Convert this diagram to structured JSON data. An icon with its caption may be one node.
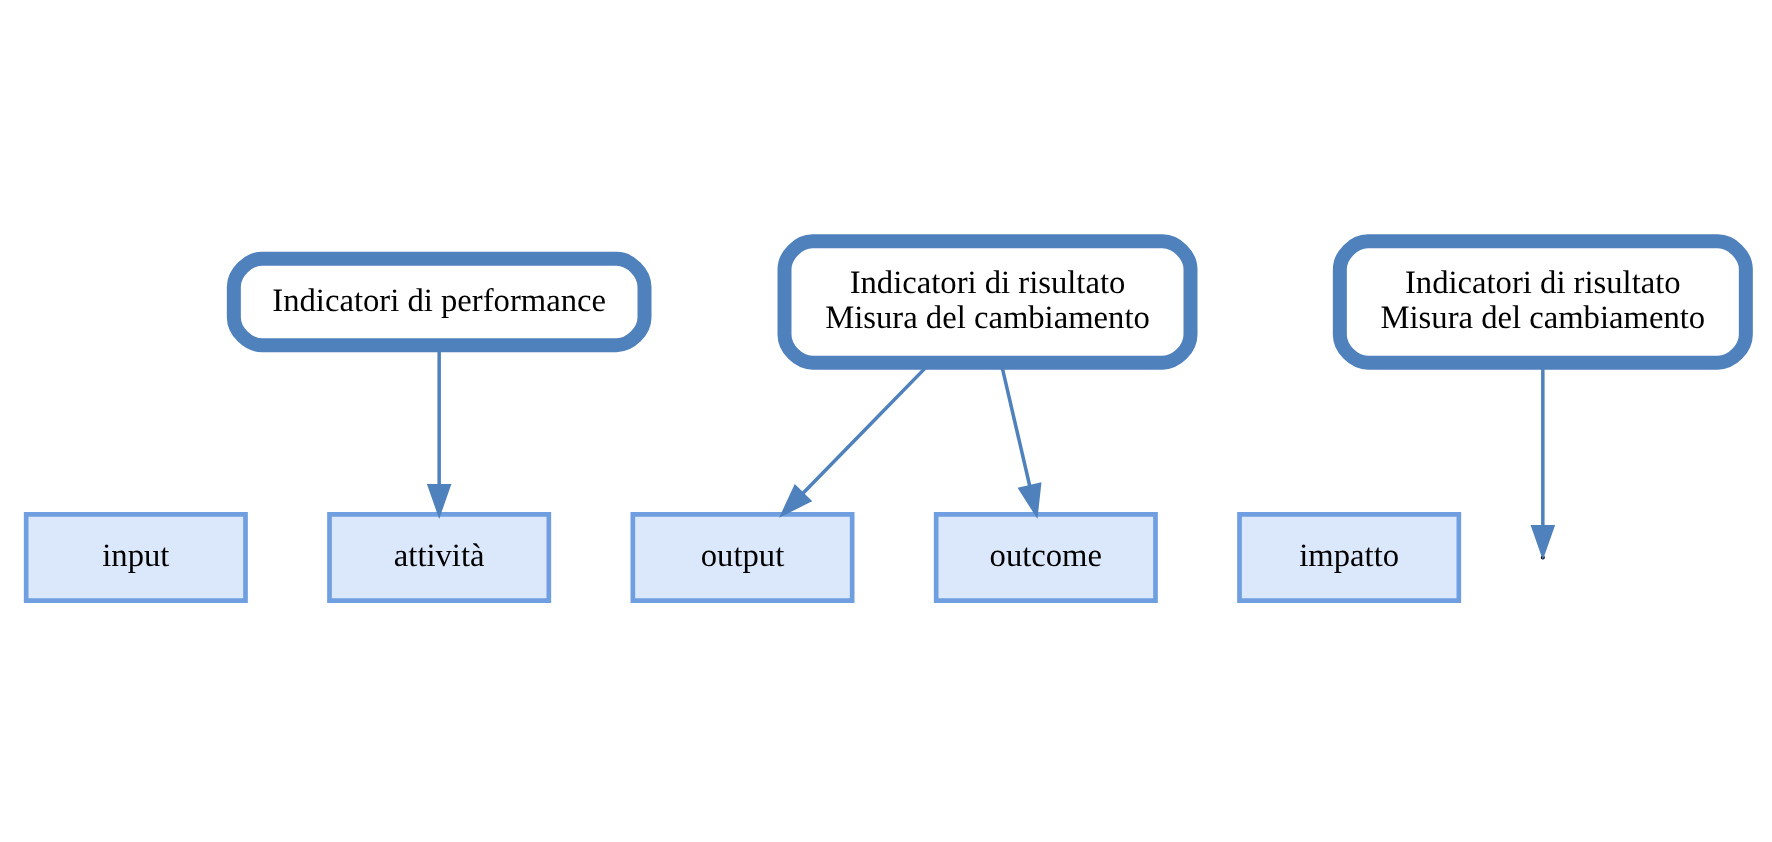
{
  "diagram": {
    "nodes": [
      {
        "text": [
          "Indicatori di performance"
        ]
      },
      {
        "text": [
          "Indicatori di risultato",
          "Misura del cambiamento"
        ]
      },
      {
        "text": [
          "Indicatori di risultato",
          "Misura del cambiamento"
        ]
      },
      {
        "text": [
          "input"
        ]
      },
      {
        "text": [
          "attività"
        ]
      },
      {
        "text": [
          "output"
        ]
      },
      {
        "text": [
          "outcome"
        ]
      },
      {
        "text": [
          "impatto"
        ]
      }
    ],
    "edges": [
      {
        "from": 0,
        "to": 4,
        "arrow": "to"
      },
      {
        "from": 1,
        "to": 5,
        "arrow": "to"
      },
      {
        "from": 1,
        "to": 6,
        "arrow": "to"
      },
      {
        "from": 2,
        "to": null,
        "arrow": "to"
      }
    ]
  }
}
